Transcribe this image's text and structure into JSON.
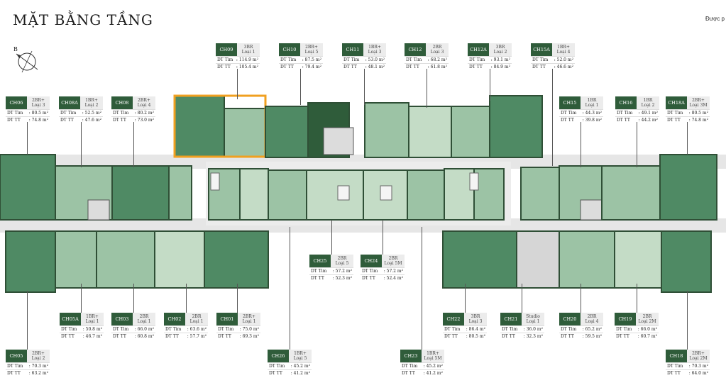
{
  "title": "MẶT BẰNG TẦNG",
  "corner_note": "Được p",
  "compass_label": "B",
  "row_labels": {
    "dt_tim": "DT Tim",
    "dt_tt": "DT TT"
  },
  "units": [
    {
      "code": "CH09",
      "type": "3BR",
      "loai": "Loại 1",
      "dt_tim": ": 114.9 m²",
      "dt_tt": ": 105.4 m²"
    },
    {
      "code": "CH10",
      "type": "2BR+",
      "loai": "Loại 5",
      "dt_tim": ": 87.5 m²",
      "dt_tt": ": 79.4 m²"
    },
    {
      "code": "CH11",
      "type": "1BR+",
      "loai": "Loại 3",
      "dt_tim": ": 53.0 m²",
      "dt_tt": ": 48.1 m²"
    },
    {
      "code": "CH12",
      "type": "2BR",
      "loai": "Loại 3",
      "dt_tim": ": 68.2 m²",
      "dt_tt": ": 61.8 m²"
    },
    {
      "code": "CH12A",
      "type": "3BR",
      "loai": "Loại 2",
      "dt_tim": ": 93.1 m²",
      "dt_tt": ": 84.9 m²"
    },
    {
      "code": "CH15A",
      "type": "1BR+",
      "loai": "Loại 4",
      "dt_tim": ": 52.0 m²",
      "dt_tt": ": 46.6 m²"
    },
    {
      "code": "CH06",
      "type": "2BR+",
      "loai": "Loại 3",
      "dt_tim": ": 80.5 m²",
      "dt_tt": ": 74.8 m²"
    },
    {
      "code": "CH08A",
      "type": "1BR+",
      "loai": "Loại 2",
      "dt_tim": ": 52.5 m²",
      "dt_tt": ": 47.6 m²"
    },
    {
      "code": "CH08",
      "type": "2BR+",
      "loai": "Loại 4",
      "dt_tim": ": 80.2 m²",
      "dt_tt": ": 73.0 m²"
    },
    {
      "code": "CH15",
      "type": "1BR",
      "loai": "Loại 1",
      "dt_tim": ": 44.3 m²",
      "dt_tt": ": 39.8 m²"
    },
    {
      "code": "CH16",
      "type": "1BR",
      "loai": "Loại 2",
      "dt_tim": ": 49.1 m²",
      "dt_tt": ": 44.2 m²"
    },
    {
      "code": "CH18A",
      "type": "2BR+",
      "loai": "Loại 3M",
      "dt_tim": ": 80.5 m²",
      "dt_tt": ": 74.8 m²"
    },
    {
      "code": "CH25",
      "type": "2BR",
      "loai": "Loại 5",
      "dt_tim": ": 57.2 m²",
      "dt_tt": ": 52.3 m²"
    },
    {
      "code": "CH24",
      "type": "2BR",
      "loai": "Loại 5M",
      "dt_tim": ": 57.2 m²",
      "dt_tt": ": 52.4 m²"
    },
    {
      "code": "CH05A",
      "type": "1BR+",
      "loai": "Loại 1",
      "dt_tim": ": 50.8 m²",
      "dt_tt": ": 46.7 m²"
    },
    {
      "code": "CH03",
      "type": "2BR",
      "loai": "Loại 1",
      "dt_tim": ": 66.0 m²",
      "dt_tt": ": 60.8 m²"
    },
    {
      "code": "CH02",
      "type": "2BR",
      "loai": "Loại 1",
      "dt_tim": ": 63.6 m²",
      "dt_tt": ": 57.7 m²"
    },
    {
      "code": "CH01",
      "type": "2BR+",
      "loai": "Loại 1",
      "dt_tim": ": 75.0 m²",
      "dt_tt": ": 69.3 m²"
    },
    {
      "code": "CH22",
      "type": "3BR",
      "loai": "Loại 3",
      "dt_tim": ": 86.4 m²",
      "dt_tt": ": 80.5 m²"
    },
    {
      "code": "CH21",
      "type": "Studio",
      "loai": "Loại 1",
      "dt_tim": ": 36.0 m²",
      "dt_tt": ": 32.3 m²"
    },
    {
      "code": "CH20",
      "type": "2BR",
      "loai": "Loại 4",
      "dt_tim": ": 65.2 m²",
      "dt_tt": ": 59.5 m²"
    },
    {
      "code": "CH19",
      "type": "2BR",
      "loai": "Loại 2M",
      "dt_tim": ": 66.0 m²",
      "dt_tt": ": 60.7 m²"
    },
    {
      "code": "CH05",
      "type": "2BR+",
      "loai": "Loại 2",
      "dt_tim": ": 70.3 m²",
      "dt_tt": ": 63.2 m²"
    },
    {
      "code": "CH26",
      "type": "1BR+",
      "loai": "Loại 5",
      "dt_tim": ": 45.2 m²",
      "dt_tt": ": 41.2 m²"
    },
    {
      "code": "CH23",
      "type": "1BR+",
      "loai": "Loại 5M",
      "dt_tim": ": 45.2 m²",
      "dt_tt": ": 41.2 m²"
    },
    {
      "code": "CH18",
      "type": "2BR+",
      "loai": "Loại 2M",
      "dt_tim": ": 70.3 m²",
      "dt_tt": ": 64.0 m²"
    }
  ],
  "colors": {
    "dark_green": "#2f5c3a",
    "mid_green": "#4f8a64",
    "light_green": "#9cc3a5",
    "pale_green": "#c4dcc6",
    "corridor": "#e4e4e4",
    "highlight": "#f0a020"
  }
}
